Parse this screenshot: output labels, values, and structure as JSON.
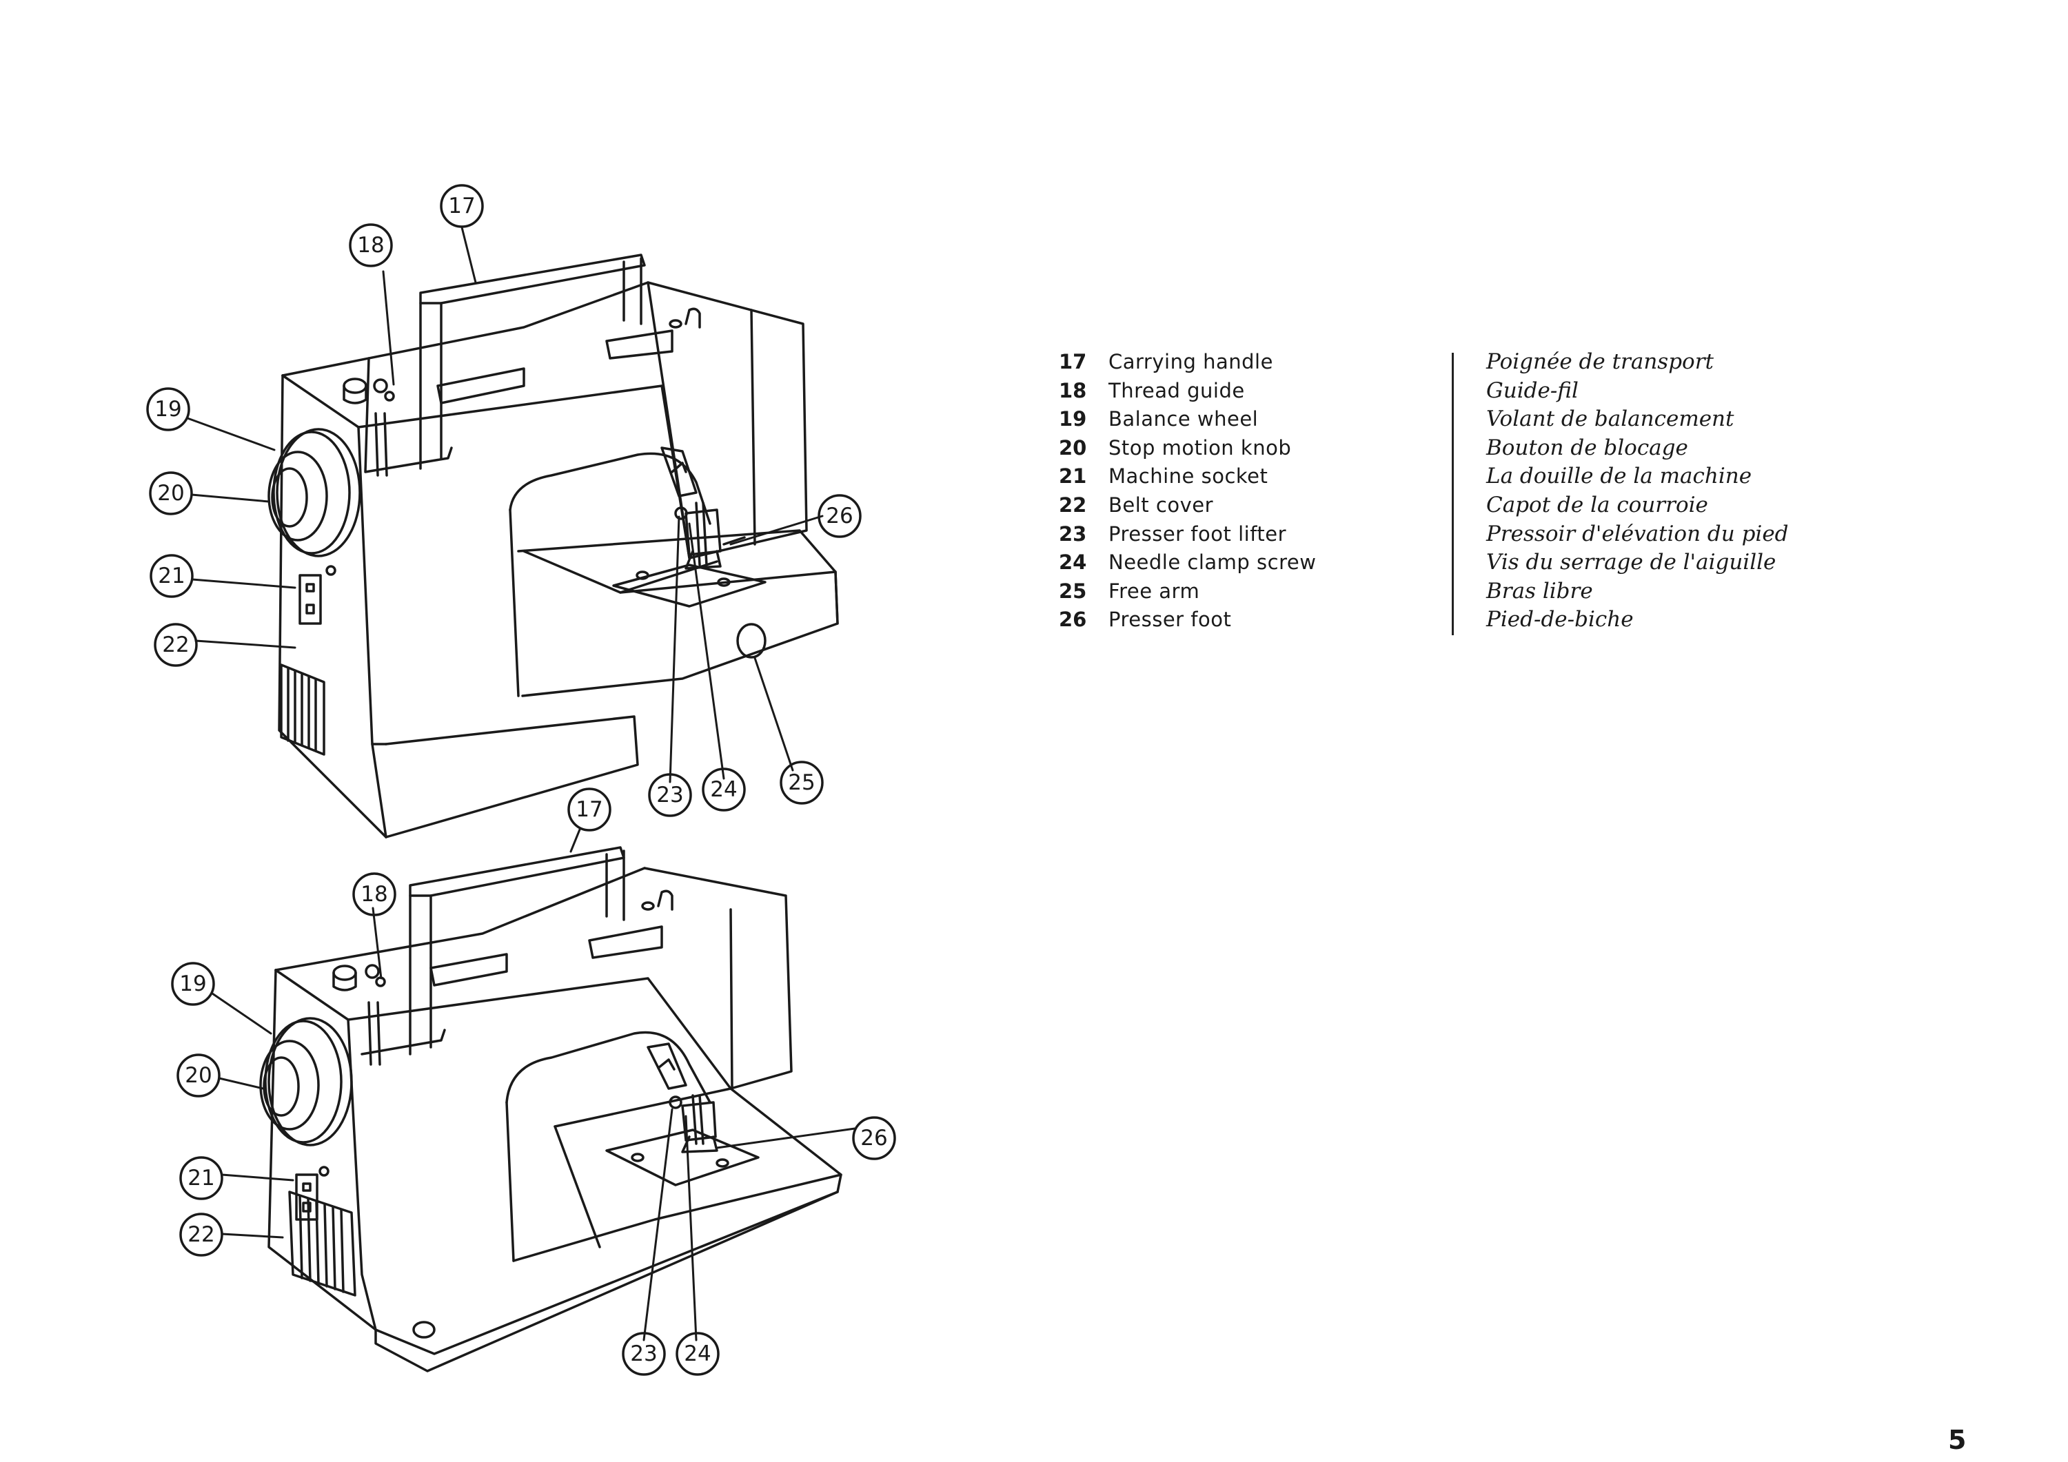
{
  "parts": [
    {
      "number": "17",
      "english": "Carrying handle",
      "french": "Poignée de transport"
    },
    {
      "number": "18",
      "english": "Thread guide",
      "french": "Guide-fil"
    },
    {
      "number": "19",
      "english": "Balance wheel",
      "french": "Volant de balancement"
    },
    {
      "number": "20",
      "english": "Stop motion knob",
      "french": "Bouton de blocage"
    },
    {
      "number": "21",
      "english": "Machine socket",
      "french": "La douille de la machine"
    },
    {
      "number": "22",
      "english": "Belt cover",
      "french": "Capot de la courroie"
    },
    {
      "number": "23",
      "english": "Presser foot lifter",
      "french": "Pressoir d'elévation du pied"
    },
    {
      "number": "24",
      "english": "Needle clamp screw",
      "french": "Vis du serrage de l'aiguille"
    },
    {
      "number": "25",
      "english": "Free arm",
      "french": "Bras libre"
    },
    {
      "number": "26",
      "english": "Presser foot",
      "french": "Pied-de-biche"
    }
  ],
  "figure_top": {
    "callouts": {
      "c17": "17",
      "c18": "18",
      "c19": "19",
      "c20": "20",
      "c21": "21",
      "c22": "22",
      "c23": "23",
      "c24": "24",
      "c25": "25",
      "c26": "26"
    }
  },
  "figure_bottom": {
    "callouts": {
      "c17": "17",
      "c18": "18",
      "c19": "19",
      "c20": "20",
      "c21": "21",
      "c22": "22",
      "c23": "23",
      "c24": "24",
      "c26": "26"
    }
  },
  "page_number": "5"
}
